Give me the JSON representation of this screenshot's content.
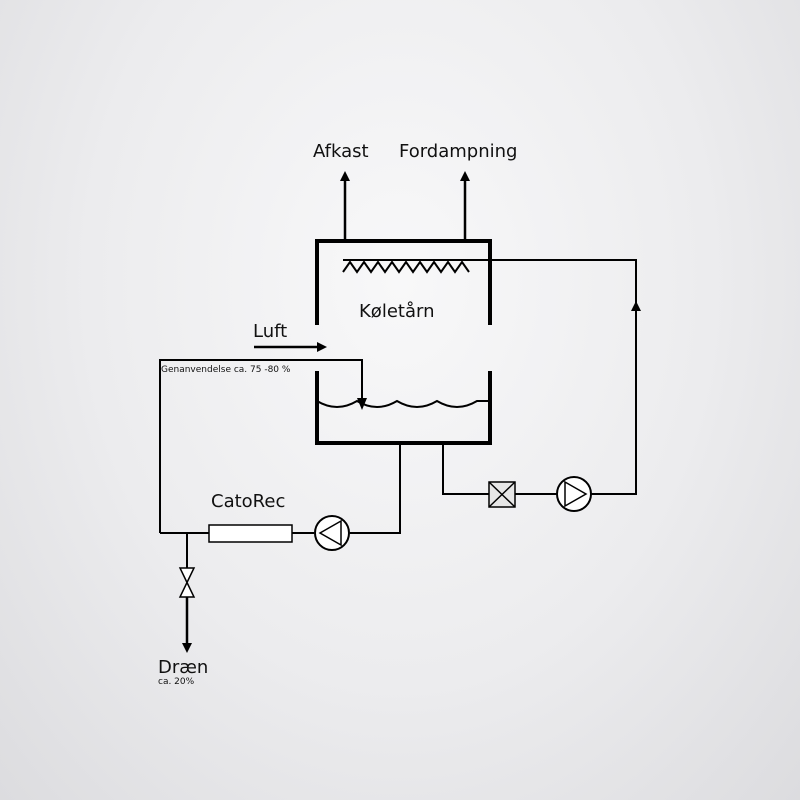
{
  "labels": {
    "afkast": "Afkast",
    "fordampning": "Fordampning",
    "koeletaarn": "Køletårn",
    "luft": "Luft",
    "genanvendelse": "Genanvendelse ca. 75 -80 %",
    "catorec": "CatoRec",
    "draen": "Dræn",
    "draen_pct": "ca. 20%"
  },
  "colors": {
    "line": "#000000",
    "component_fill": "#ffffff",
    "valve_fill": "#e6e6e6"
  }
}
